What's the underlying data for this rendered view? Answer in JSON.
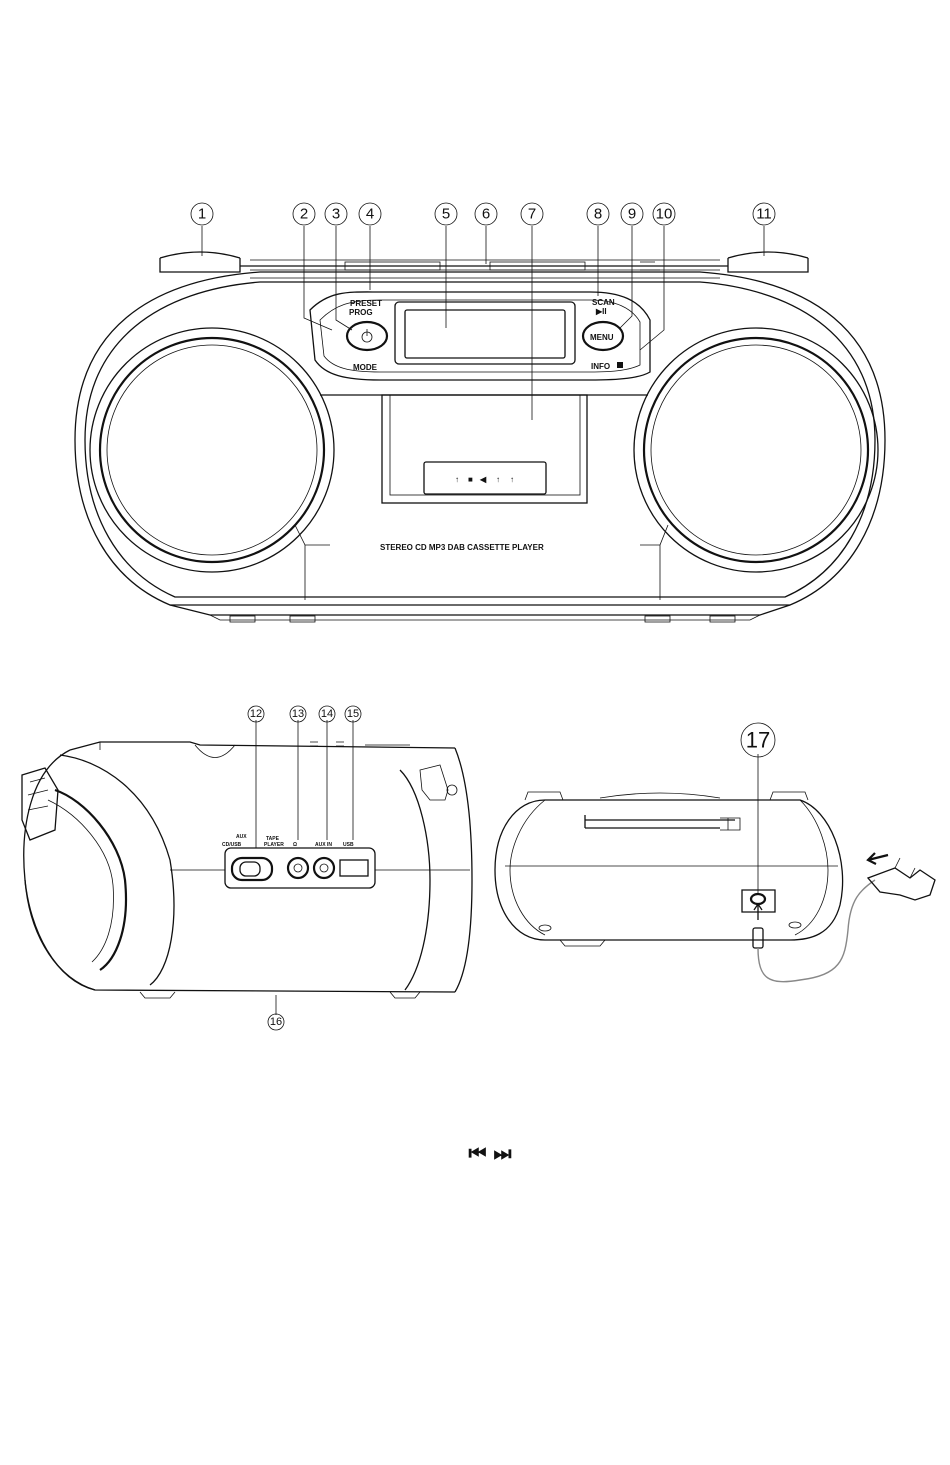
{
  "front": {
    "callouts": [
      "1",
      "2",
      "3",
      "4",
      "5",
      "6",
      "7",
      "8",
      "9",
      "10",
      "11"
    ],
    "labels": {
      "preset": "PRESET",
      "prog": "PROG",
      "mode": "MODE",
      "scan": "SCAN",
      "play_pause": "▶II",
      "menu": "MENU",
      "info": "INFO",
      "model": "STEREO CD MP3 DAB CASSETTE PLAYER"
    }
  },
  "side": {
    "callouts": [
      "12",
      "13",
      "14",
      "15",
      "16"
    ],
    "labels": {
      "aux": "AUX",
      "cd_usb": "CD/USB",
      "tape": "TAPE",
      "player": "PLAYER",
      "aux_in": "AUX IN",
      "usb": "USB"
    }
  },
  "back": {
    "callouts": [
      "17"
    ]
  },
  "skip_symbols": "⏮ ⏭",
  "colors": {
    "line": "#111111",
    "cord": "#888888",
    "background": "#ffffff"
  }
}
